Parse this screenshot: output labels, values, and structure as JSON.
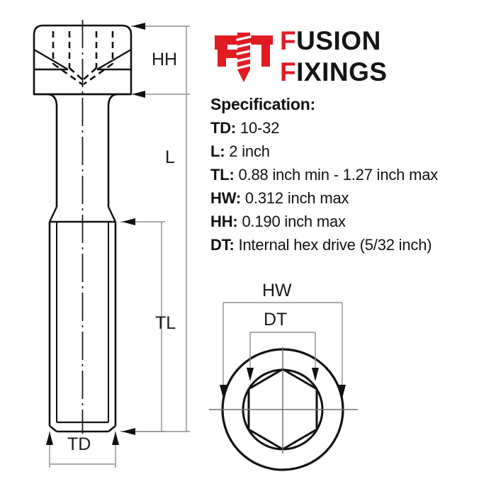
{
  "brand": {
    "logo_icon": "screw-between-two-f-letters",
    "line1_first": "F",
    "line1_rest": "USION",
    "line2_first": "F",
    "line2_rest": "IXINGS",
    "accent_color": "#E11B22",
    "text_color": "#151515"
  },
  "spec": {
    "title": "Specification:",
    "rows": [
      {
        "key": "TD:",
        "value": "10-32"
      },
      {
        "key": "L:",
        "value": "2 inch"
      },
      {
        "key": "TL:",
        "value": "0.88 inch min - 1.27 inch max"
      },
      {
        "key": "HW:",
        "value": "0.312 inch max"
      },
      {
        "key": "HH:",
        "value": "0.190 inch max"
      },
      {
        "key": "DT:",
        "value": "Internal hex drive (5/32 inch)"
      }
    ]
  },
  "diagram": {
    "side_view": {
      "head_height_label": "HH",
      "length_label": "L",
      "thread_length_label": "TL",
      "thread_diameter_label": "TD"
    },
    "detail_view": {
      "head_width_label": "HW",
      "drive_type_label": "DT"
    },
    "line_color": "#111111",
    "dim_line_color": "#8d8d8d"
  }
}
